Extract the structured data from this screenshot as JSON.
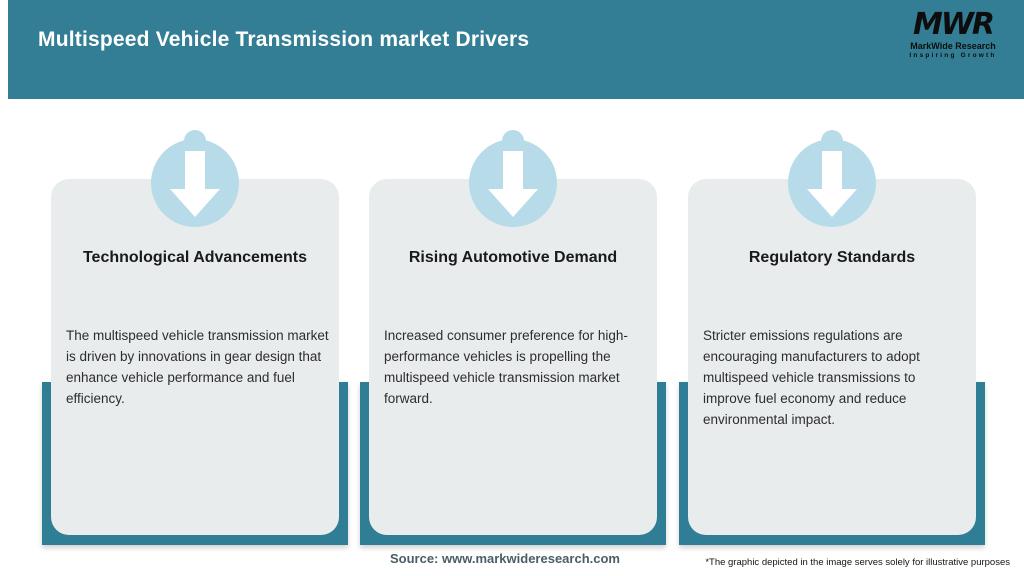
{
  "header": {
    "title": "Multispeed Vehicle Transmission market Drivers",
    "logo": {
      "acronym": "MWR",
      "name": "MarkWide Research",
      "tagline": "Inspiring Growth"
    }
  },
  "cards": [
    {
      "icon": "down-arrow-icon",
      "title": "Technological Advancements",
      "description": "The multispeed vehicle transmission market is driven by innovations in gear design that enhance vehicle performance and fuel efficiency."
    },
    {
      "icon": "down-arrow-icon",
      "title": "Rising Automotive Demand",
      "description": "Increased consumer preference for high-performance vehicles is propelling the multispeed vehicle transmission market forward."
    },
    {
      "icon": "down-arrow-icon",
      "title": "Regulatory Standards",
      "description": "Stricter emissions regulations are encouraging manufacturers to adopt multispeed vehicle transmissions to improve fuel economy and reduce environmental impact."
    }
  ],
  "footer": {
    "source": "Source: www.markwideresearch.com",
    "disclaimer": "*The graphic depicted in the image serves solely for illustrative purposes"
  },
  "colors": {
    "header_teal": "#337e95",
    "frame_teal": "#2f7e96",
    "card_gray": "#e9eced",
    "circle_blue": "#b7dbe8",
    "arrow_white": "#ffffff",
    "source_text": "#4a5e66"
  }
}
